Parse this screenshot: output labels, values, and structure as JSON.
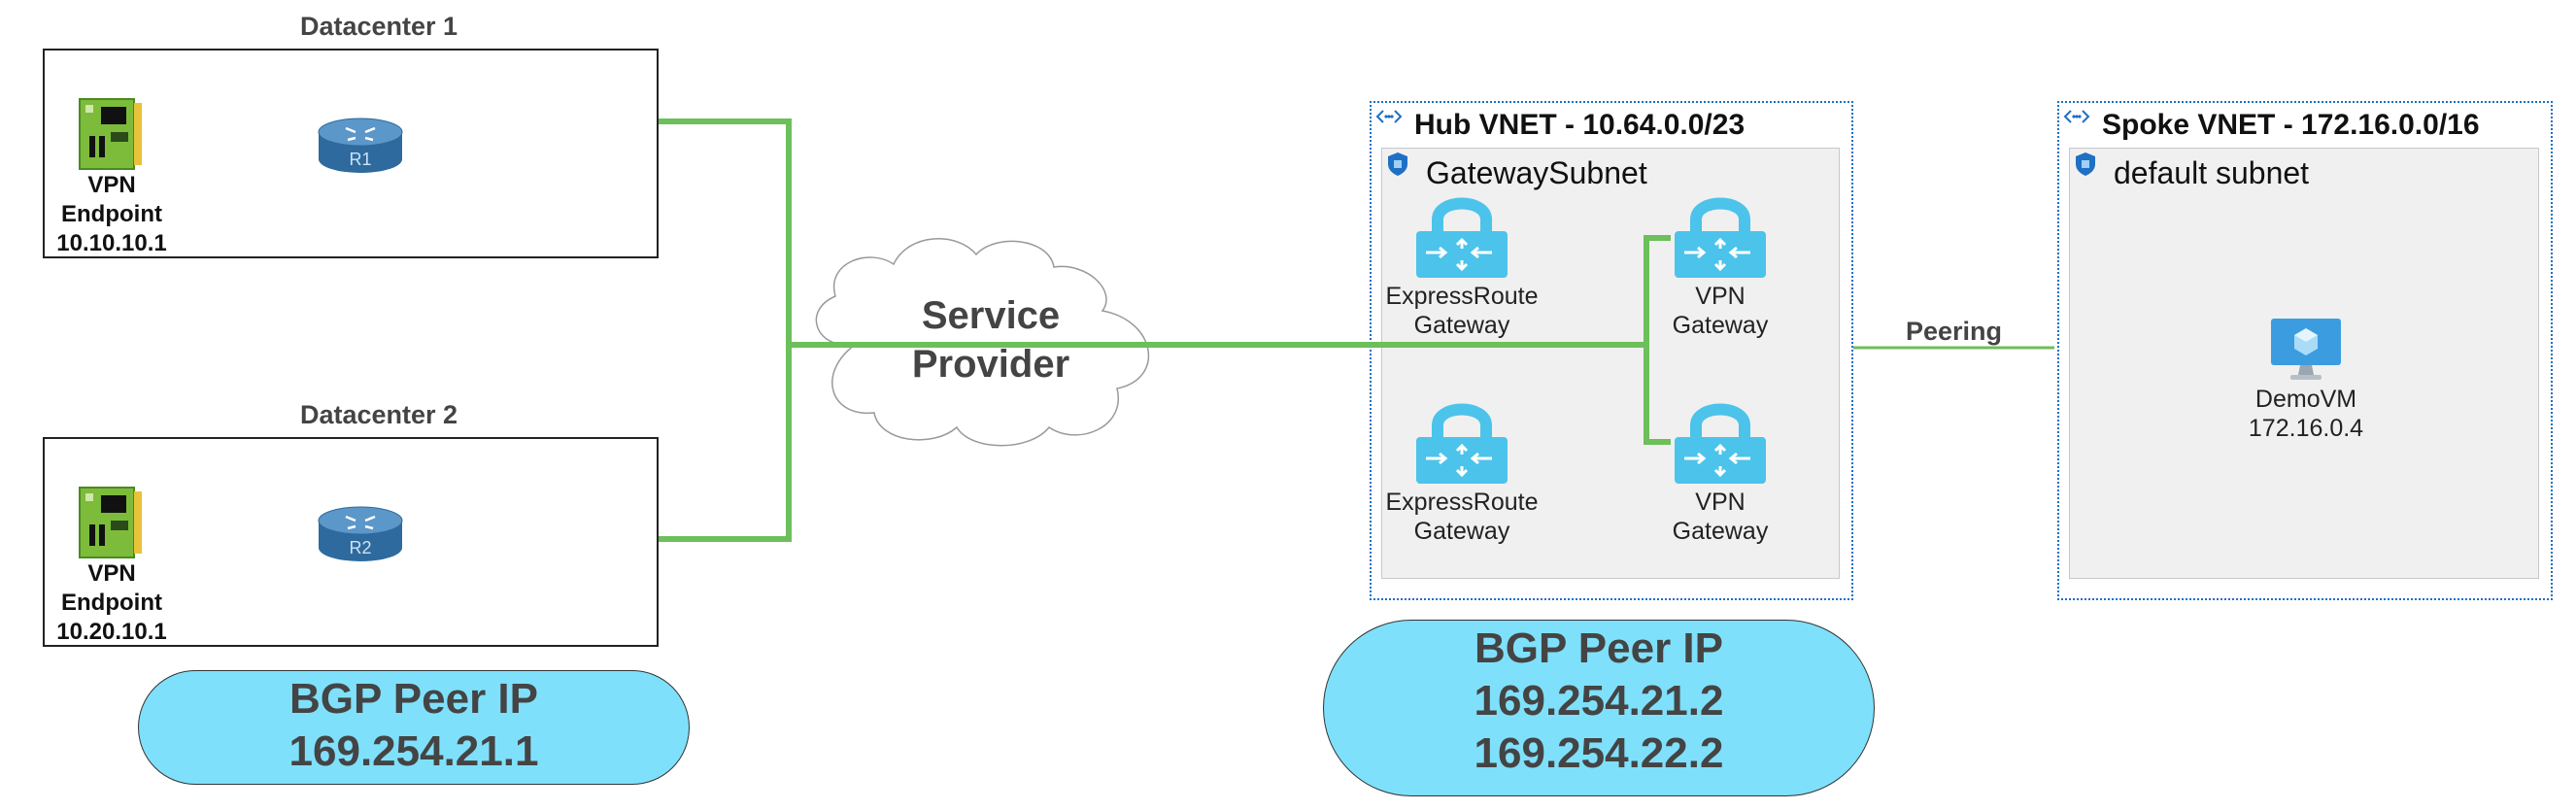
{
  "datacenter1": {
    "title": "Datacenter 1",
    "endpoint_line1": "VPN",
    "endpoint_line2": "Endpoint",
    "endpoint_ip": "10.10.10.1",
    "router": "R1"
  },
  "datacenter2": {
    "title": "Datacenter 2",
    "endpoint_line1": "VPN",
    "endpoint_line2": "Endpoint",
    "endpoint_ip": "10.20.10.1",
    "router": "R2"
  },
  "bgp_left": {
    "line1": "BGP Peer IP",
    "line2": "169.254.21.1"
  },
  "bgp_right": {
    "line1": "BGP Peer IP",
    "line2": "169.254.21.2",
    "line3": "169.254.22.2"
  },
  "cloud": {
    "line1": "Service",
    "line2": "Provider"
  },
  "hub": {
    "title": "Hub VNET - 10.64.0.0/23",
    "subnet": "GatewaySubnet",
    "gateways": [
      {
        "line1": "ExpressRoute",
        "line2": "Gateway"
      },
      {
        "line1": "VPN",
        "line2": "Gateway"
      },
      {
        "line1": "ExpressRoute",
        "line2": "Gateway"
      },
      {
        "line1": "VPN",
        "line2": "Gateway"
      }
    ]
  },
  "peering": "Peering",
  "spoke": {
    "title": "Spoke VNET - 172.16.0.0/16",
    "subnet": "default subnet",
    "vm_name": "DemoVM",
    "vm_ip": "172.16.0.4"
  },
  "colors": {
    "link_green": "#6cbf5a",
    "bgp_fill": "#7fe0fb",
    "vnet_border": "#1f6fc4",
    "router_blue": "#2e6a9e",
    "gateway_blue": "#4cc3ea"
  },
  "icons": [
    "vpn-endpoint-icon",
    "router-icon",
    "cloud-icon",
    "vnet-icon",
    "subnet-shield-icon",
    "gateway-lock-icon",
    "virtual-machine-icon"
  ]
}
